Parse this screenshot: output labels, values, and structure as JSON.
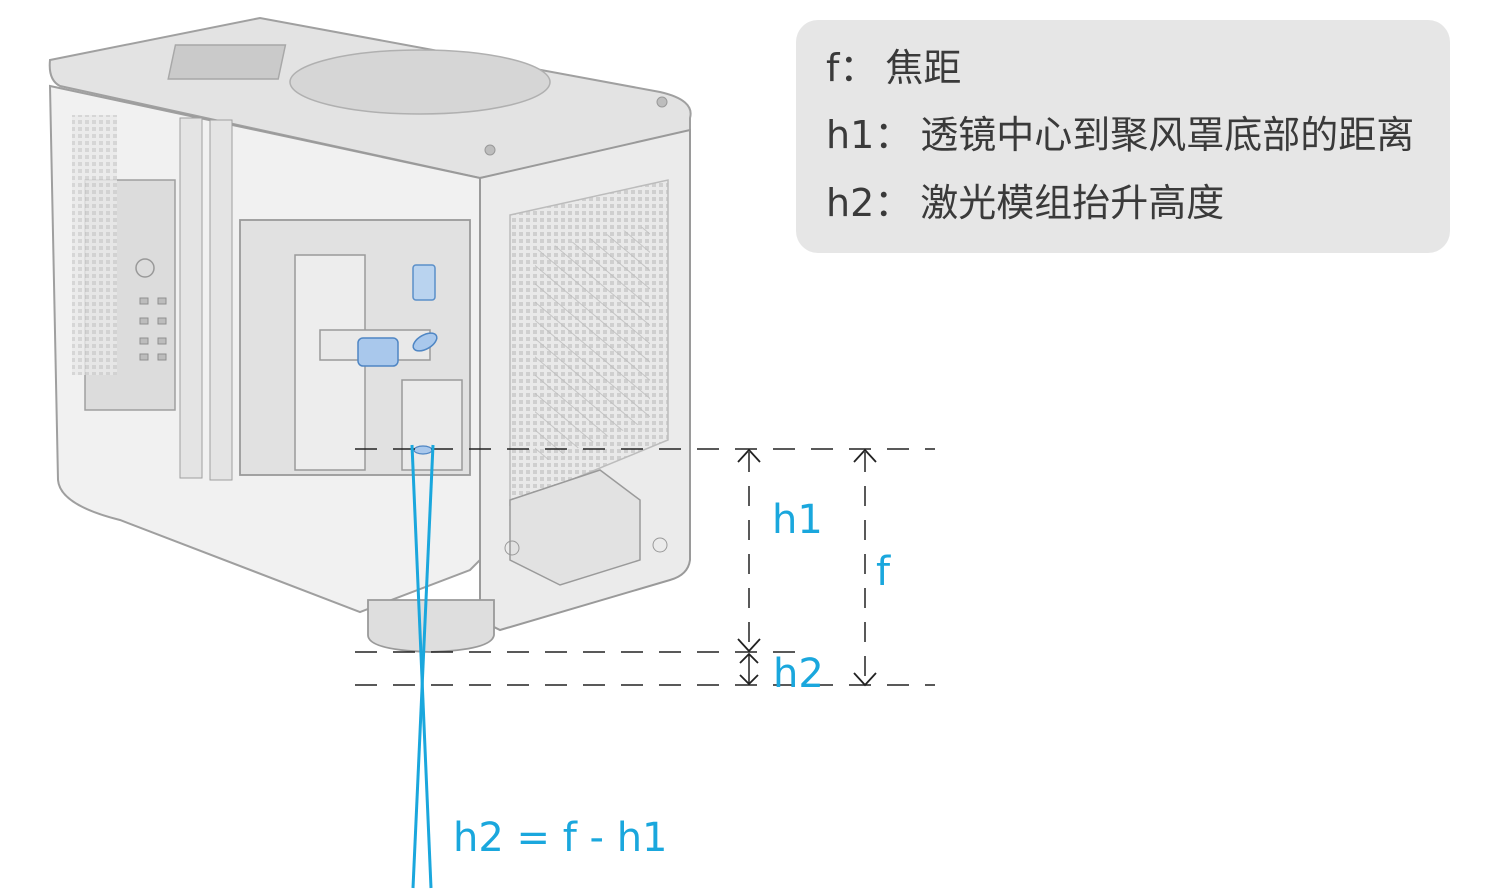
{
  "legend": {
    "items": [
      {
        "term": "f",
        "colon": "：",
        "description": "焦距"
      },
      {
        "term": "h1",
        "colon": "：",
        "description": "透镜中心到聚风罩底部的距离"
      },
      {
        "term": "h2",
        "colon": "：",
        "description": "激光模组抬升高度"
      }
    ]
  },
  "diagram": {
    "labels": {
      "h1": "h1",
      "h2": "h2",
      "f": "f",
      "formula": "h2 = f - h1"
    },
    "colors": {
      "accent": "#1aa7dd",
      "dimension_line": "#222222",
      "device_outline": "#9a9a9a",
      "device_fill": "#ececec",
      "legend_bg": "#e6e6e6",
      "legend_text": "#3a3a3a"
    }
  }
}
